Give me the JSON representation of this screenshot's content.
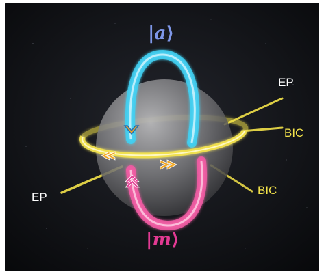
{
  "labels": {
    "state_top": {
      "bar": "|",
      "var": "a",
      "close": "⟩",
      "color": "#7e97e8"
    },
    "state_bottom": {
      "bar": "|",
      "var": "m",
      "close": "⟩",
      "color": "#e23a93"
    },
    "ep_upper": "EP",
    "ep_left": "EP",
    "bic_upper": "BIC",
    "bic_lower": "BIC"
  },
  "colors": {
    "background": "#0c0d11",
    "sphere": "#8a8a8c",
    "blue_loop": "#3fd0f2",
    "pink_loop": "#f25aa3",
    "yellow_ring": "#f3e24a",
    "arrow_orange": "#f0a622"
  }
}
